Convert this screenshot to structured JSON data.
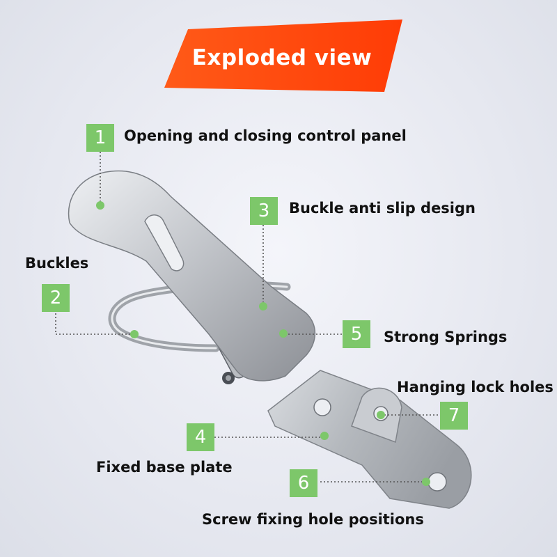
{
  "banner": {
    "title": "Exploded view"
  },
  "parts": [
    {
      "number": "1",
      "label": "Opening and closing control panel"
    },
    {
      "number": "2",
      "label": "Buckles"
    },
    {
      "number": "3",
      "label": "Buckle anti slip design"
    },
    {
      "number": "4",
      "label": "Fixed base plate"
    },
    {
      "number": "5",
      "label": "Strong Springs"
    },
    {
      "number": "6",
      "label": "Screw fixing hole positions"
    },
    {
      "number": "7",
      "label": "Hanging lock holes"
    }
  ],
  "colors": {
    "banner": "#ff4a0e",
    "marker": "#7dc76a",
    "leader": "#555555",
    "steel": "#c4c7cc"
  }
}
